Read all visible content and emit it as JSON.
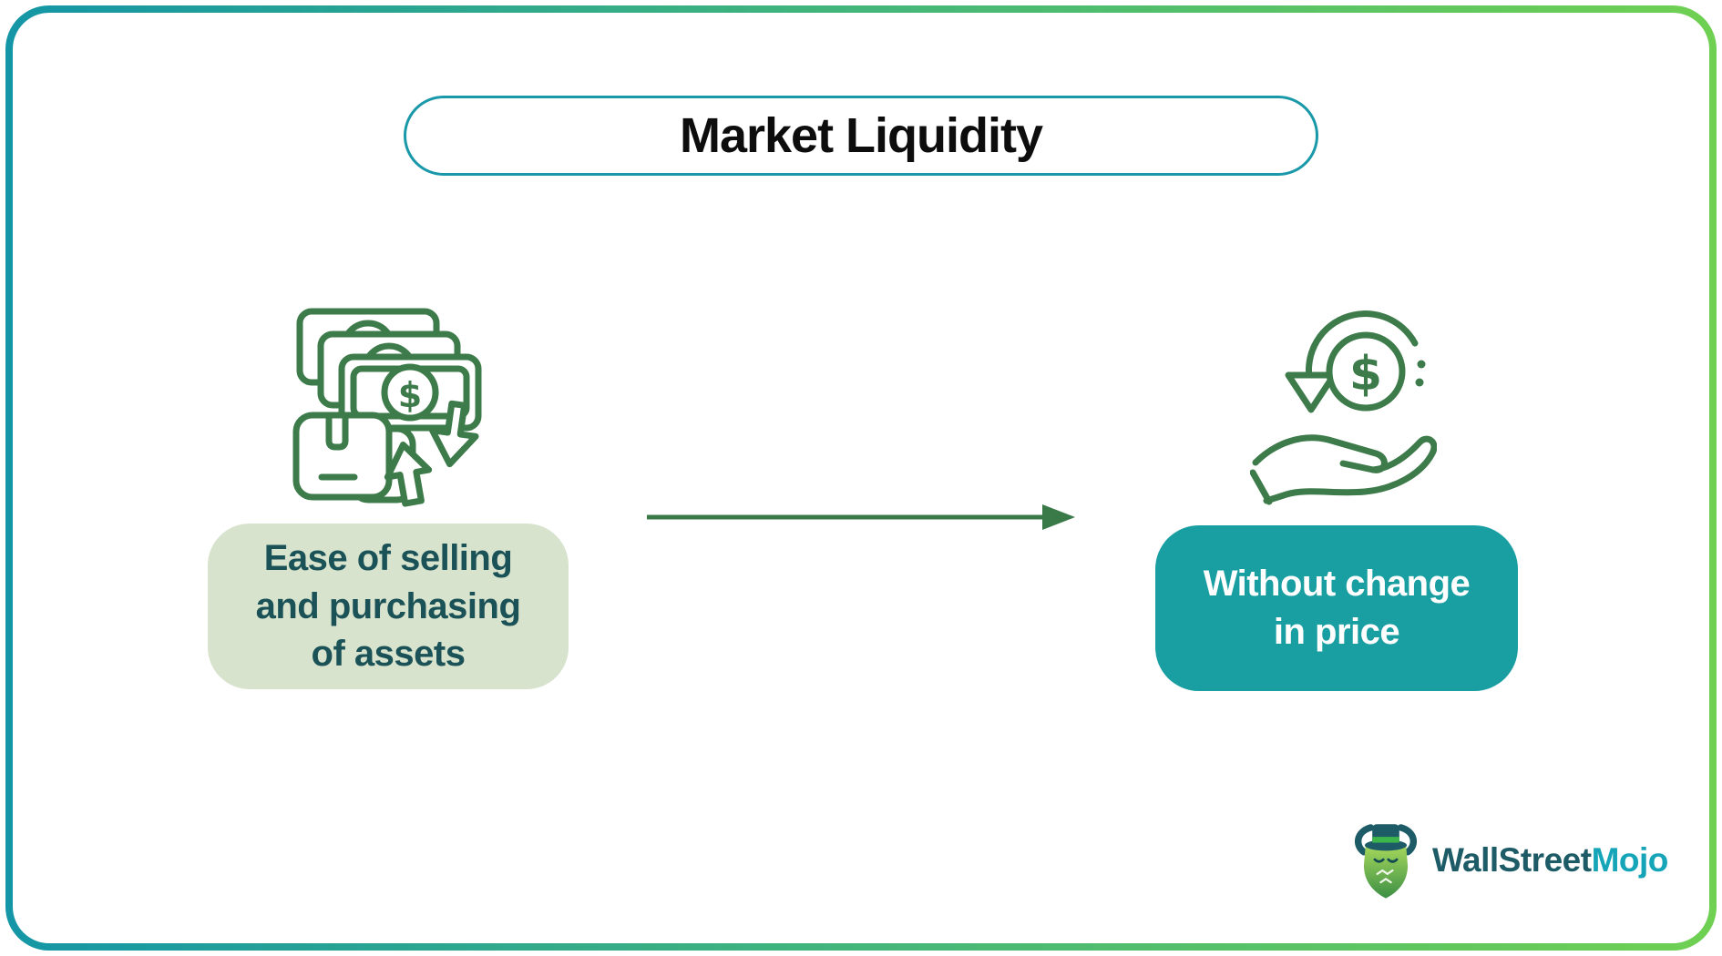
{
  "frame": {
    "border_gradient_left": "#1496a6",
    "border_gradient_right": "#6fd052"
  },
  "title": {
    "text": "Market Liquidity",
    "border_color": "#1898a8"
  },
  "flow": {
    "dollar_symbol": "$",
    "left": {
      "icon": "banknotes-package-exchange-icon",
      "icon_color": "#3e7b4b",
      "lines": [
        "Ease of selling",
        "and purchasing",
        "of assets"
      ],
      "bg_color": "#d8e3cd",
      "text_color": "#1a5257"
    },
    "arrow": {
      "icon": "right-arrow-icon",
      "color": "#3a7a48"
    },
    "right": {
      "icon": "hand-holding-dollar-cycle-icon",
      "icon_color": "#3e7b4b",
      "lines": [
        "Without change",
        "in price"
      ],
      "bg_color": "#199fa2",
      "text_color": "#ffffff"
    }
  },
  "logo": {
    "icon": "wallstreetmojo-bull-icon",
    "brand_first": "WallStreet",
    "brand_second": "Mojo",
    "first_color": "#1d5b66",
    "second_color": "#16a5b8"
  }
}
